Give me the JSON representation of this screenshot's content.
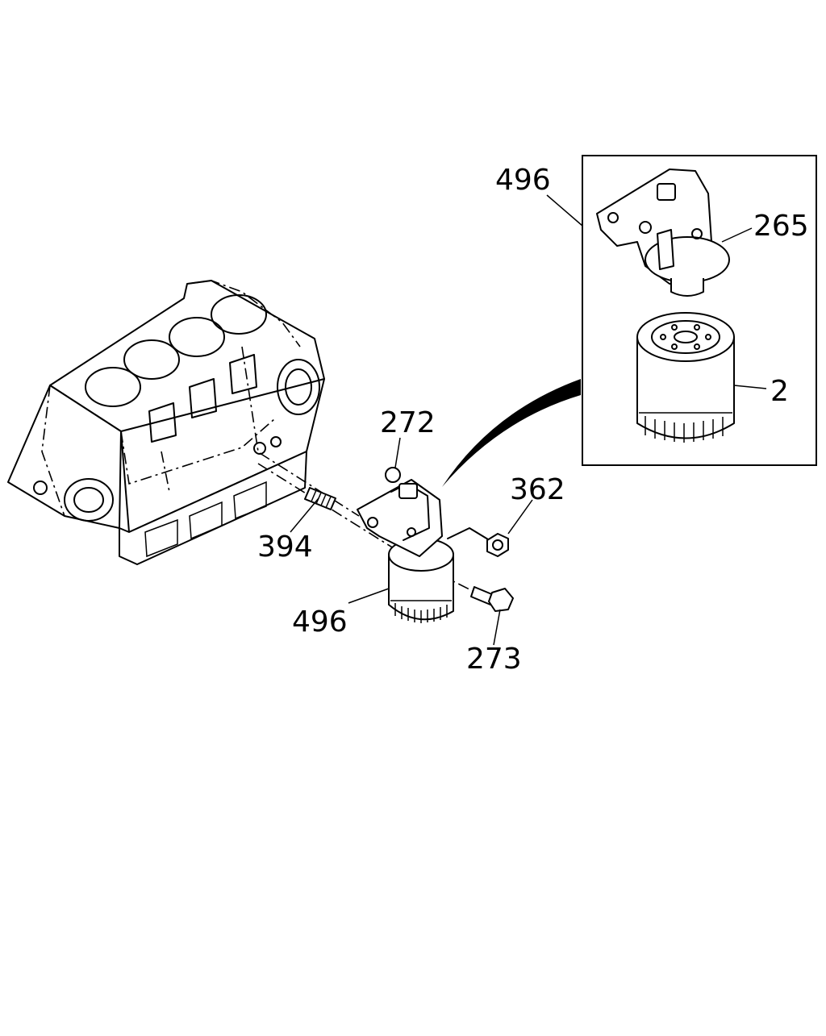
{
  "callouts": {
    "c496_inset": "496",
    "c265": "265",
    "c2": "2",
    "c272": "272",
    "c362": "362",
    "c394": "394",
    "c496_main": "496",
    "c273": "273"
  },
  "icons": {
    "engine_block": "engine-block-icon",
    "oil_filter_assembly": "oil-filter-assembly-icon",
    "oil_filter_cartridge": "oil-filter-cartridge-icon",
    "filter_head": "filter-head-icon",
    "stud": "stud-icon",
    "nut": "nut-icon",
    "bolt": "bolt-icon",
    "o_ring": "o-ring-icon"
  }
}
